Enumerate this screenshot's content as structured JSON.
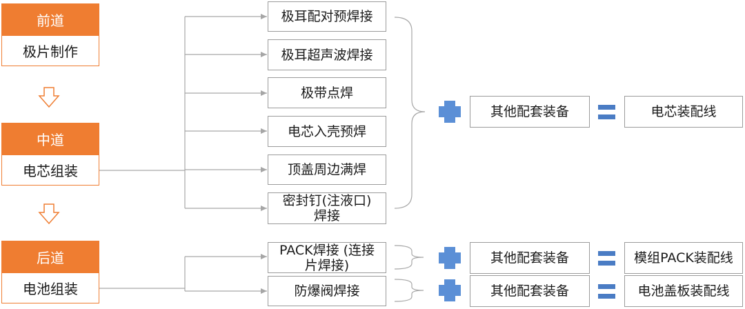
{
  "stages": [
    {
      "name": "前道",
      "desc": "极片制作"
    },
    {
      "name": "中道",
      "desc": "电芯组装"
    },
    {
      "name": "后道",
      "desc": "电池组装"
    }
  ],
  "mid_processes": [
    "极耳配对预焊接",
    "极耳超声波焊接",
    "极带点焊",
    "电芯入壳预焊",
    "顶盖周边满焊",
    "密封钉(注液口)焊接"
  ],
  "back_processes": [
    "PACK焊接 (连接片焊接)",
    "防爆阀焊接"
  ],
  "equipment_label": "其他配套装备",
  "results": [
    "电芯装配线",
    "模组PACK装配线",
    "电池盖板装配线"
  ],
  "colors": {
    "stage": "#ef7d31",
    "plus": "#5b8fd6",
    "equals": "#4a7cc4",
    "arrow": "#ef7d31"
  }
}
